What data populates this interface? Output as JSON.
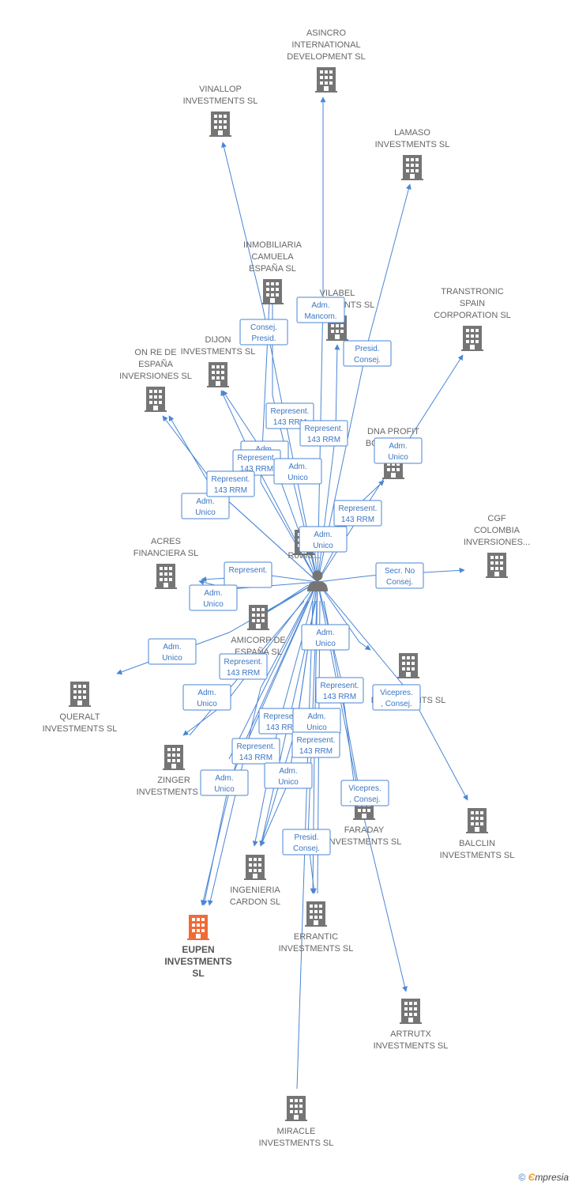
{
  "colors": {
    "node": "#757575",
    "highlight": "#f26a35",
    "edge": "#4a86d4",
    "person": "#757575"
  },
  "center": {
    "label": ""
  },
  "nodes": [
    {
      "id": "asincro",
      "lines": [
        "ASINCRO",
        "INTERNATIONAL",
        "DEVELOPMENT SL"
      ],
      "highlight": false
    },
    {
      "id": "vinallop",
      "lines": [
        "VINALLOP",
        "INVESTMENTS SL"
      ],
      "highlight": false
    },
    {
      "id": "lamaso",
      "lines": [
        "LAMASO",
        "INVESTMENTS SL"
      ],
      "highlight": false
    },
    {
      "id": "inmobiliaria",
      "lines": [
        "INMOBILIARIA",
        "CAMUELA",
        "ESPAÑA SL"
      ],
      "highlight": false
    },
    {
      "id": "vilabel",
      "lines": [
        "VILABEL",
        "INVESTMENTS SL"
      ],
      "highlight": false
    },
    {
      "id": "transtronic",
      "lines": [
        "TRANSTRONIC",
        "SPAIN",
        "CORPORATION SL"
      ],
      "highlight": false
    },
    {
      "id": "dijon",
      "lines": [
        "DIJON",
        "INVESTMENTS SL"
      ],
      "highlight": false
    },
    {
      "id": "onre",
      "lines": [
        "ON RE DE",
        "ESPAÑA",
        "INVERSIONES SL"
      ],
      "highlight": false
    },
    {
      "id": "dnaprofit",
      "lines": [
        "DNA PROFIT",
        "BOOSTER SL"
      ],
      "highlight": false
    },
    {
      "id": "grupo",
      "lines": [
        "G",
        "G",
        "Rovira..."
      ],
      "highlight": false
    },
    {
      "id": "cgf",
      "lines": [
        "CGF",
        "COLOMBIA",
        "INVERSIONES..."
      ],
      "highlight": false
    },
    {
      "id": "acres",
      "lines": [
        "ACRES",
        "FINANCIERA SL"
      ],
      "highlight": false
    },
    {
      "id": "amicorp",
      "lines": [
        "AMICORP DE",
        "ESPAÑA SL"
      ],
      "highlight": false
    },
    {
      "id": "queralt",
      "lines": [
        "QUERALT",
        "INVESTMENTS SL"
      ],
      "highlight": false
    },
    {
      "id": "ight",
      "lines": [
        "IGHT",
        "INVESTMENTS SL"
      ],
      "highlight": false
    },
    {
      "id": "zinger",
      "lines": [
        "ZINGER",
        "INVESTMENTS SL"
      ],
      "highlight": false
    },
    {
      "id": "faraday",
      "lines": [
        "FARADAY",
        "INVESTMENTS SL"
      ],
      "highlight": false
    },
    {
      "id": "balclin",
      "lines": [
        "BALCLIN",
        "INVESTMENTS SL"
      ],
      "highlight": false
    },
    {
      "id": "ingenieria",
      "lines": [
        "INGENIERIA",
        "CARDON SL"
      ],
      "highlight": false
    },
    {
      "id": "eupen",
      "lines": [
        "EUPEN",
        "INVESTMENTS",
        "SL"
      ],
      "highlight": true
    },
    {
      "id": "errantic",
      "lines": [
        "ERRANTIC",
        "INVESTMENTS SL"
      ],
      "highlight": false
    },
    {
      "id": "artrutx",
      "lines": [
        "ARTRUTX",
        "INVESTMENTS SL"
      ],
      "highlight": false
    },
    {
      "id": "miracle",
      "lines": [
        "MIRACLE",
        "INVESTMENTS SL"
      ],
      "highlight": false
    }
  ],
  "edges": [
    {
      "to": "asincro",
      "lines": [
        "Adm.",
        "Mancom."
      ]
    },
    {
      "to": "vinallop",
      "lines": [
        "Consej.",
        "Presid."
      ]
    },
    {
      "to": "lamaso",
      "lines": [
        "Presid.",
        "Consej."
      ]
    },
    {
      "to": "inmobiliaria",
      "lines": [
        "Represent.",
        "143 RRM"
      ]
    },
    {
      "to": "vilabel",
      "lines": [
        "Represent.",
        "143 RRM"
      ]
    },
    {
      "to": "transtronic",
      "lines": [
        "Adm.",
        "Unico"
      ]
    },
    {
      "to": "dijon",
      "lines": [
        "Adm.",
        "Unico"
      ]
    },
    {
      "to": "onre",
      "lines": [
        "Adm.",
        "Unico"
      ]
    },
    {
      "to": "dnaprofit",
      "lines": [
        "Represent.",
        "143 RRM"
      ]
    },
    {
      "to": "inmobiliaria",
      "lines": [
        "Represent.",
        "143 RRM"
      ]
    },
    {
      "to": "dijon",
      "lines": [
        "Adm.",
        "Unico"
      ]
    },
    {
      "to": "onre",
      "lines": [
        "Represent.",
        "143 RRM"
      ]
    },
    {
      "to": "grupo",
      "lines": [
        "Adm.",
        "Unico"
      ]
    },
    {
      "to": "cgf",
      "lines": [
        "Secr. No",
        "Consej."
      ]
    },
    {
      "to": "acres",
      "lines": [
        "Represent.",
        ""
      ]
    },
    {
      "to": "acres",
      "lines": [
        "Adm.",
        "Unico"
      ]
    },
    {
      "to": "queralt",
      "lines": [
        "Adm.",
        "Unico"
      ]
    },
    {
      "to": "faraday",
      "lines": [
        "Adm.",
        "Unico"
      ]
    },
    {
      "to": "zinger",
      "lines": [
        "Adm.",
        "Unico"
      ]
    },
    {
      "to": "eupen",
      "lines": [
        "Represent.",
        "143 RRM"
      ]
    },
    {
      "to": "faraday",
      "lines": [
        "Represent.",
        "143 RRM"
      ]
    },
    {
      "to": "balclin",
      "lines": [
        "Vicepres.",
        ", Consej."
      ]
    },
    {
      "to": "ingenieria",
      "lines": [
        "Represent.",
        "143 RRM"
      ]
    },
    {
      "to": "ingenieria",
      "lines": [
        "Adm.",
        "Unico"
      ]
    },
    {
      "to": "errantic",
      "lines": [
        "Represent.",
        "143 RRM"
      ]
    },
    {
      "to": "eupen",
      "lines": [
        "Represent.",
        "143 RRM"
      ]
    },
    {
      "to": "eupen",
      "lines": [
        "Adm.",
        "Unico"
      ]
    },
    {
      "to": "ingenieria",
      "lines": [
        "Adm.",
        "Unico"
      ]
    },
    {
      "to": "artrutx",
      "lines": [
        "Vicepres.",
        ", Consej."
      ]
    },
    {
      "to": "errantic",
      "lines": [
        "Presid.",
        "Consej."
      ]
    }
  ],
  "footer": {
    "copyright": "©",
    "brand_e": "Є",
    "brand_rest": "mpresia"
  }
}
